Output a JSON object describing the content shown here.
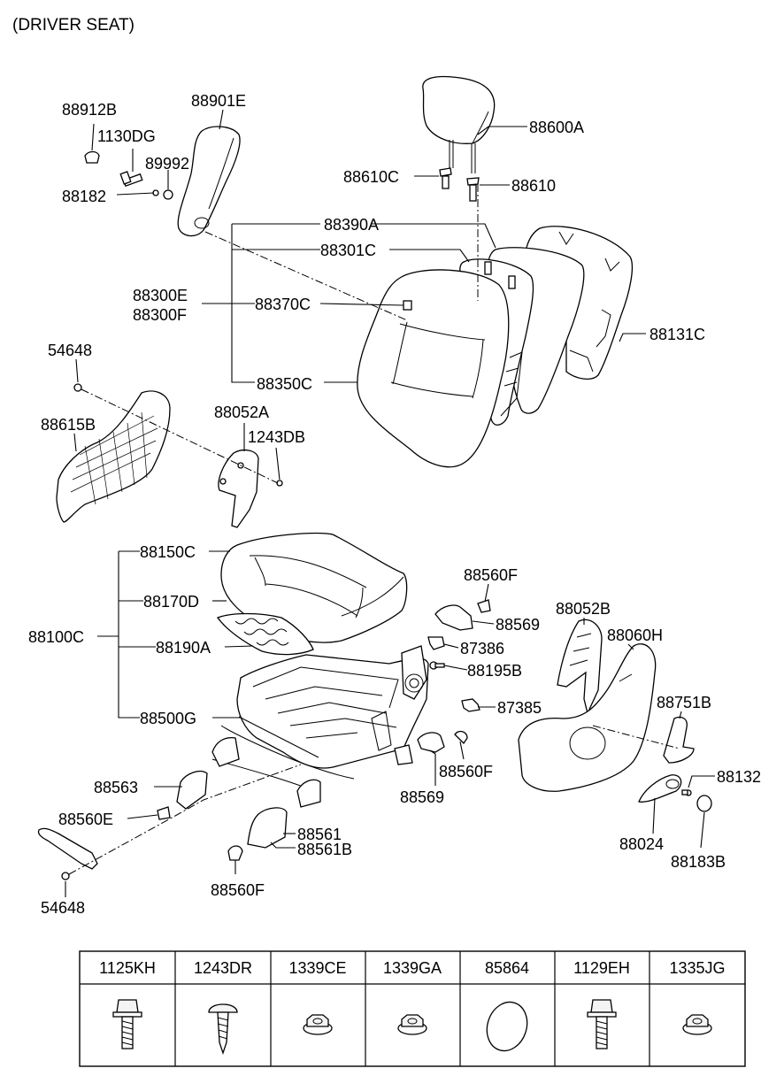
{
  "diagram": {
    "title": "(DRIVER SEAT)",
    "labels": {
      "p88912B": "88912B",
      "p1130DG": "1130DG",
      "p89992": "89992",
      "p88182": "88182",
      "p88901E": "88901E",
      "p88600A": "88600A",
      "p88610C": "88610C",
      "p88610": "88610",
      "p88390A": "88390A",
      "p88301C": "88301C",
      "p88300E": "88300E",
      "p88300F": "88300F",
      "p88370C": "88370C",
      "p88350C": "88350C",
      "p88131C": "88131C",
      "p54648_top": "54648",
      "p88615B": "88615B",
      "p88052A": "88052A",
      "p1243DB": "1243DB",
      "p88150C": "88150C",
      "p88170D": "88170D",
      "p88100C": "88100C",
      "p88190A": "88190A",
      "p88500G": "88500G",
      "p88560F_top": "88560F",
      "p88569_top": "88569",
      "p87386": "87386",
      "p88195B": "88195B",
      "p87385": "87385",
      "p88560F_mid": "88560F",
      "p88569_bot": "88569",
      "p88052B": "88052B",
      "p88060H": "88060H",
      "p88751B": "88751B",
      "p88132": "88132",
      "p88024": "88024",
      "p88183B": "88183B",
      "p88563": "88563",
      "p88560E": "88560E",
      "p88561": "88561",
      "p88561B": "88561B",
      "p88560F_bot": "88560F",
      "p54648_bot": "54648"
    }
  },
  "fastener_table": {
    "headers": [
      "1125KH",
      "1243DR",
      "1339CE",
      "1339GA",
      "85864",
      "1129EH",
      "1335JG"
    ],
    "icons": [
      "hex-flange-bolt-icon",
      "tapping-screw-icon",
      "hex-flange-nut-icon",
      "hex-flange-nut-icon",
      "oval-plug-icon",
      "hex-flange-bolt-icon",
      "hex-flange-nut-icon"
    ]
  }
}
